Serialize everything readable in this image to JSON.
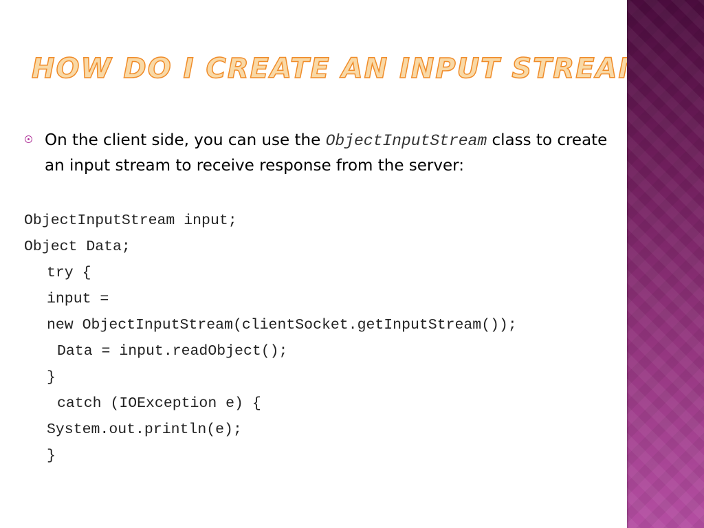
{
  "slide": {
    "title": "HOW DO I CREATE AN INPUT STREAM?",
    "bullet": {
      "text_before": "On the client side, you can use the ",
      "code_term": "ObjectInputStream",
      "text_after": " class to create an input stream to receive response from the server:"
    },
    "code_lines": [
      "ObjectInputStream input;",
      "Object Data;",
      "try {",
      "input =",
      "new ObjectInputStream(clientSocket.getInputStream());",
      "Data = input.readObject();",
      "}",
      "catch (IOException e) {",
      "System.out.println(e);",
      "}"
    ],
    "colors": {
      "title_fill": "#f9d9a6",
      "title_outline": "#f08c2a",
      "bullet_accent": "#b23a9c",
      "side_band_top": "#4a0c3d",
      "side_band_bottom": "#b44ea2"
    }
  }
}
